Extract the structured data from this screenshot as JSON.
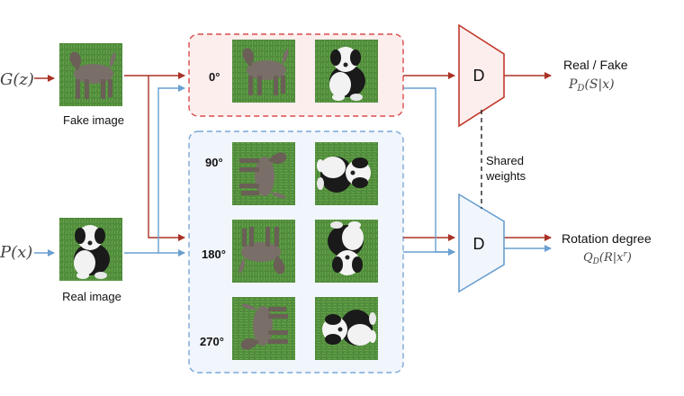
{
  "inputs": {
    "generator": "G(z)",
    "real_dist": "P(x)"
  },
  "captions": {
    "fake": "Fake image",
    "real": "Real image"
  },
  "angles": [
    "0°",
    "90°",
    "180°",
    "270°"
  ],
  "discriminator": {
    "top_label": "D",
    "bottom_label": "D",
    "shared": [
      "Shared",
      "weights"
    ]
  },
  "outputs": {
    "real_fake": "Real / Fake",
    "real_fake_formula": "P_D(S|x)",
    "rotation": "Rotation degree",
    "rotation_formula": "Q_D(R|x^r)"
  },
  "colors": {
    "fake_path": "#a93226",
    "real_path": "#6a9fd0",
    "fake_box_fill": "#fdeeee",
    "fake_box_border": "#d94b4b",
    "real_box_fill": "#f1f6fc",
    "real_box_border": "#7aa7d8",
    "grass": "#4f8a3a"
  }
}
